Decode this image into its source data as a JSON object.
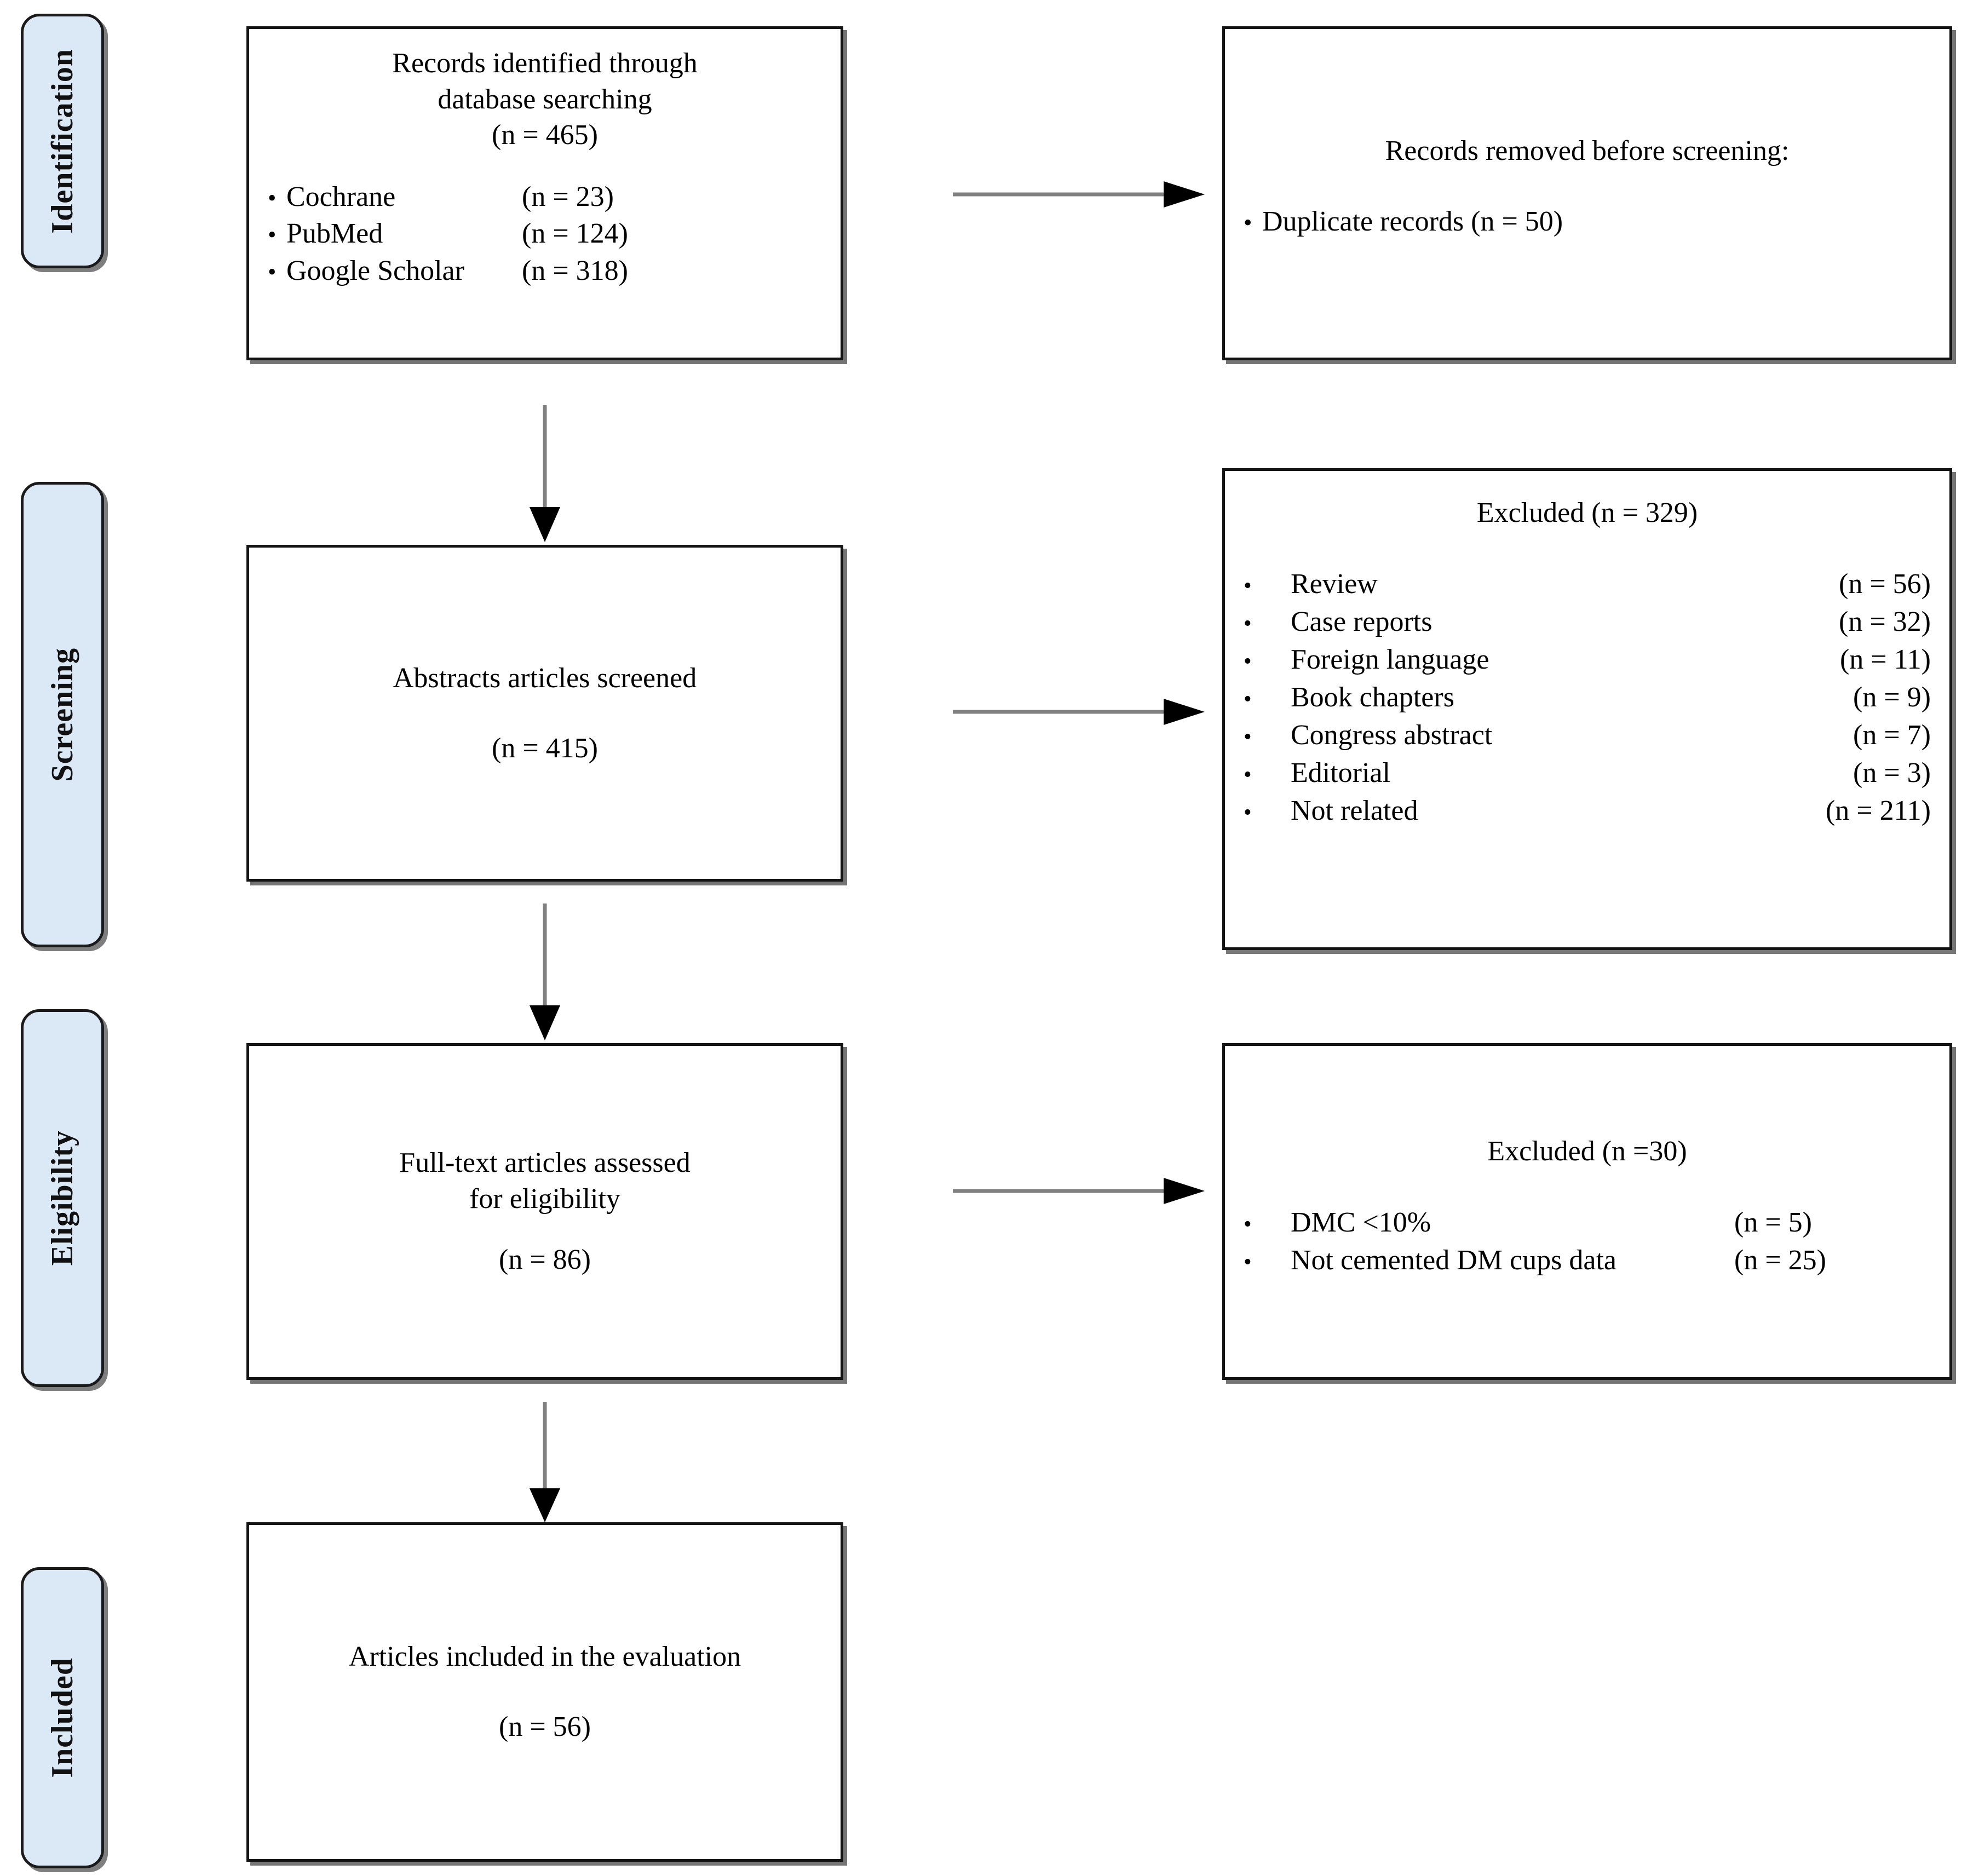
{
  "diagram": {
    "type": "prisma-flow-diagram",
    "title": "PRISMA study selection flow"
  },
  "stages": [
    {
      "key": "identification",
      "label": "Identification"
    },
    {
      "key": "screening",
      "label": "Screening"
    },
    {
      "key": "eligibility",
      "label": "Eligibility"
    },
    {
      "key": "included",
      "label": "Included"
    }
  ],
  "boxes": {
    "identification": {
      "title_line1": "Records identified through",
      "title_line2": "database searching",
      "count": "(n = 465)",
      "sources": [
        {
          "bullet": "•",
          "label": "Cochrane",
          "count": "(n = 23)"
        },
        {
          "bullet": "•",
          "label": "PubMed",
          "count": "(n = 124)"
        },
        {
          "bullet": "•",
          "label": "Google Scholar",
          "count": "(n = 318)"
        }
      ]
    },
    "removed": {
      "title": "Records removed before screening:",
      "items": [
        {
          "bullet": "•",
          "text": "Duplicate records (n = 50)"
        }
      ]
    },
    "screening": {
      "title": "Abstracts articles screened",
      "count": "(n = 415)"
    },
    "excluded_screening": {
      "title": "Excluded (n = 329)",
      "items": [
        {
          "bullet": "•",
          "label": "Review",
          "count": "(n = 56)"
        },
        {
          "bullet": "•",
          "label": "Case reports",
          "count": "(n = 32)"
        },
        {
          "bullet": "•",
          "label": "Foreign language",
          "count": "(n = 11)"
        },
        {
          "bullet": "•",
          "label": "Book chapters",
          "count": "(n = 9)"
        },
        {
          "bullet": "•",
          "label": "Congress abstract",
          "count": "(n = 7)"
        },
        {
          "bullet": "•",
          "label": "Editorial",
          "count": "(n = 3)"
        },
        {
          "bullet": "•",
          "label": "Not related",
          "count": "(n = 211)"
        }
      ]
    },
    "eligibility": {
      "title_line1": "Full-text articles assessed",
      "title_line2": "for eligibility",
      "count": "(n = 86)"
    },
    "excluded_eligibility": {
      "title": "Excluded (n =30)",
      "items": [
        {
          "bullet": "•",
          "label": "DMC <10%",
          "count": "(n = 5)"
        },
        {
          "bullet": "•",
          "label": "Not cemented DM cups data",
          "count": "(n = 25)"
        }
      ]
    },
    "included": {
      "title": "Articles included in the evaluation",
      "count": "(n = 56)"
    }
  },
  "colors": {
    "stage_tab_fill": "#dbe8f6",
    "stage_tab_border": "#1a1a1a",
    "box_border": "#141414",
    "arrow_line": "#808080",
    "arrow_head": "#000000",
    "shadow": "#333333"
  },
  "arrows": [
    {
      "name": "identification-to-removed",
      "direction": "right"
    },
    {
      "name": "identification-to-screening",
      "direction": "down"
    },
    {
      "name": "screening-to-excluded",
      "direction": "right"
    },
    {
      "name": "screening-to-eligibility",
      "direction": "down"
    },
    {
      "name": "eligibility-to-excluded",
      "direction": "right"
    },
    {
      "name": "eligibility-to-included",
      "direction": "down"
    }
  ]
}
